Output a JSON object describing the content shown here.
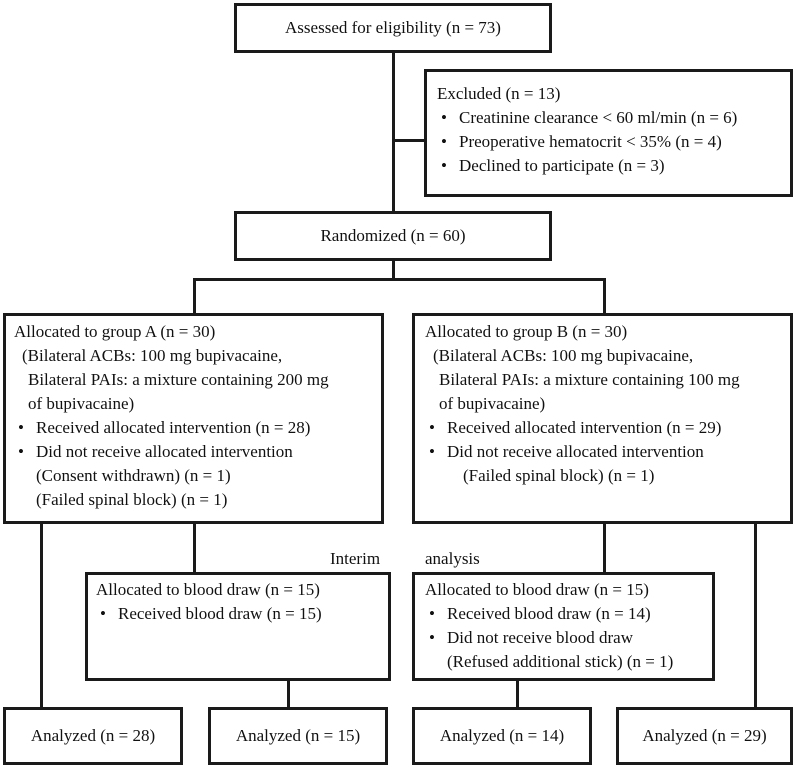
{
  "assessed": "Assessed for eligibility (n = 73)",
  "excluded": {
    "title": "Excluded (n = 13)",
    "items": [
      "Creatinine clearance < 60 ml/min (n = 6)",
      "Preoperative hematocrit < 35% (n = 4)",
      "Declined to participate (n = 3)"
    ]
  },
  "randomized": "Randomized (n = 60)",
  "group_a": {
    "title": "Allocated to group A (n = 30)",
    "desc": [
      "(Bilateral ACBs: 100 mg bupivacaine,",
      "Bilateral PAIs: a mixture containing 200 mg",
      "of bupivacaine)"
    ],
    "received": "Received allocated intervention (n = 28)",
    "not_received": "Did not receive allocated intervention",
    "reasons": [
      "(Consent withdrawn) (n = 1)",
      "(Failed spinal block) (n = 1)"
    ]
  },
  "group_b": {
    "title": "Allocated to group B (n = 30)",
    "desc": [
      "(Bilateral ACBs: 100 mg bupivacaine,",
      "Bilateral PAIs: a mixture containing 100 mg",
      "of bupivacaine)"
    ],
    "received": "Received allocated intervention (n = 29)",
    "not_received": "Did not receive allocated intervention",
    "reasons": [
      "(Failed spinal block) (n = 1)"
    ]
  },
  "interim": {
    "word1": "Interim",
    "word2": "analysis"
  },
  "blood_a": {
    "title": "Allocated to blood draw (n = 15)",
    "received": "Received blood draw (n = 15)"
  },
  "blood_b": {
    "title": "Allocated to blood draw (n = 15)",
    "received": "Received blood draw (n = 14)",
    "not_received": "Did not receive blood draw",
    "reason": "(Refused additional stick) (n = 1)"
  },
  "analyzed": [
    "Analyzed (n = 28)",
    "Analyzed (n = 15)",
    "Analyzed (n = 14)",
    "Analyzed (n = 29)"
  ]
}
